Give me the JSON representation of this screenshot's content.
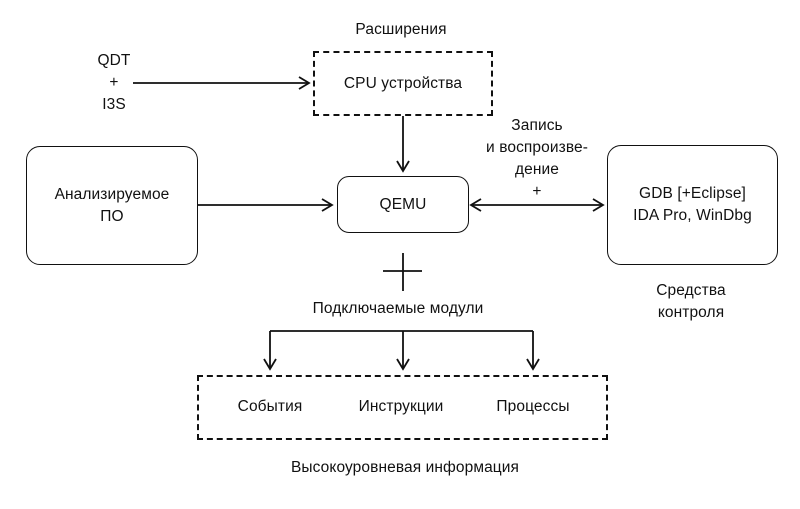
{
  "diagram": {
    "colors": {
      "line": "#111111",
      "background": "#ffffff",
      "text": "#111111"
    },
    "labels": {
      "extensions": "Расширения",
      "qdt": {
        "line1": "QDT",
        "line2": "+",
        "line3": "I3S"
      },
      "record_replay": {
        "line1": "Запись",
        "line2": "и воспроизве-",
        "line3": "дение",
        "line4": "+"
      },
      "control_tools": {
        "line1": "Средства",
        "line2": "контроля"
      },
      "pluggable_modules": "Подключаемые модули",
      "highlevel_info": "Высокоуровневая информация"
    },
    "nodes": {
      "cpu_devices": "CPU устройства",
      "analyzed_software": {
        "line1": "Анализируемое",
        "line2": "ПО"
      },
      "qemu": "QEMU",
      "debug_tools": {
        "line1": "GDB [+Eclipse]",
        "line2": "IDA Pro, WinDbg"
      }
    },
    "outputs": {
      "events": "События",
      "instructions": "Инструкции",
      "processes": "Процессы"
    }
  }
}
